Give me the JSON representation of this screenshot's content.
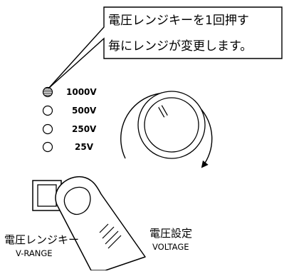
{
  "callout": {
    "line1": "電圧レンジキーを1回押す",
    "line2": "毎にレンジが変更します。"
  },
  "ranges": [
    {
      "label": "1000V",
      "active": true
    },
    {
      "label": "500V",
      "active": false
    },
    {
      "label": "250V",
      "active": false
    },
    {
      "label": "25V",
      "active": false
    }
  ],
  "range_key": {
    "label_jp": "電圧レンジキー",
    "label_en": "V-RANGE"
  },
  "voltage_knob": {
    "label_jp": "電圧設定",
    "label_en": "VOLTAGE"
  },
  "colors": {
    "line": "#000000",
    "background": "#ffffff",
    "active_led_hatch": "#000000"
  }
}
